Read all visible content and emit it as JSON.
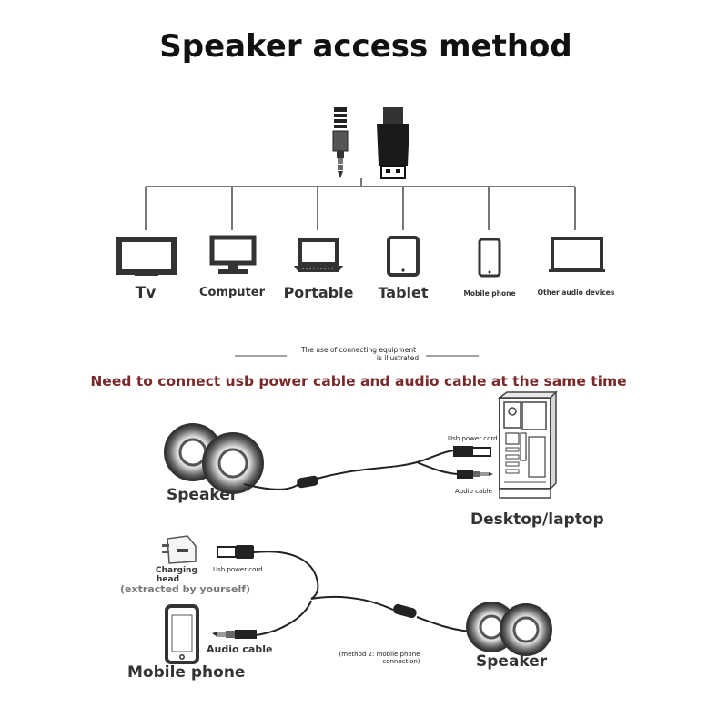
{
  "title": "Speaker access method",
  "devices": [
    {
      "label": "Tv",
      "icon": "tv-icon"
    },
    {
      "label": "Computer",
      "icon": "monitor-icon"
    },
    {
      "label": "Portable",
      "icon": "laptop-icon"
    },
    {
      "label": "Tablet",
      "icon": "tablet-icon"
    },
    {
      "label": "Mobile phone",
      "icon": "mobile-phone-icon"
    },
    {
      "label": "Other audio devices",
      "icon": "monitor-laptop-icon"
    }
  ],
  "illustration": {
    "caption_line1": "The use of connecting equipment",
    "caption_line2": "is illustrated",
    "notice": "Need to connect usb power cable and audio cable at the same time",
    "notice_color": "#7a2a2a"
  },
  "method1": {
    "speaker_label": "Speaker",
    "host_label": "Desktop/laptop",
    "usb_label": "Usb power cord",
    "audio_label": "Audio cable"
  },
  "method2": {
    "charger_label_line1": "Charging",
    "charger_label_line2": "head",
    "charger_note": "(extracted by yourself)",
    "usb_label": "Usb power cord",
    "audio_label": "Audio cable",
    "phone_label": "Mobile phone",
    "method_note_line1": "(method 2: mobile phone",
    "method_note_line2": "connection)",
    "speaker_label": "Speaker"
  }
}
